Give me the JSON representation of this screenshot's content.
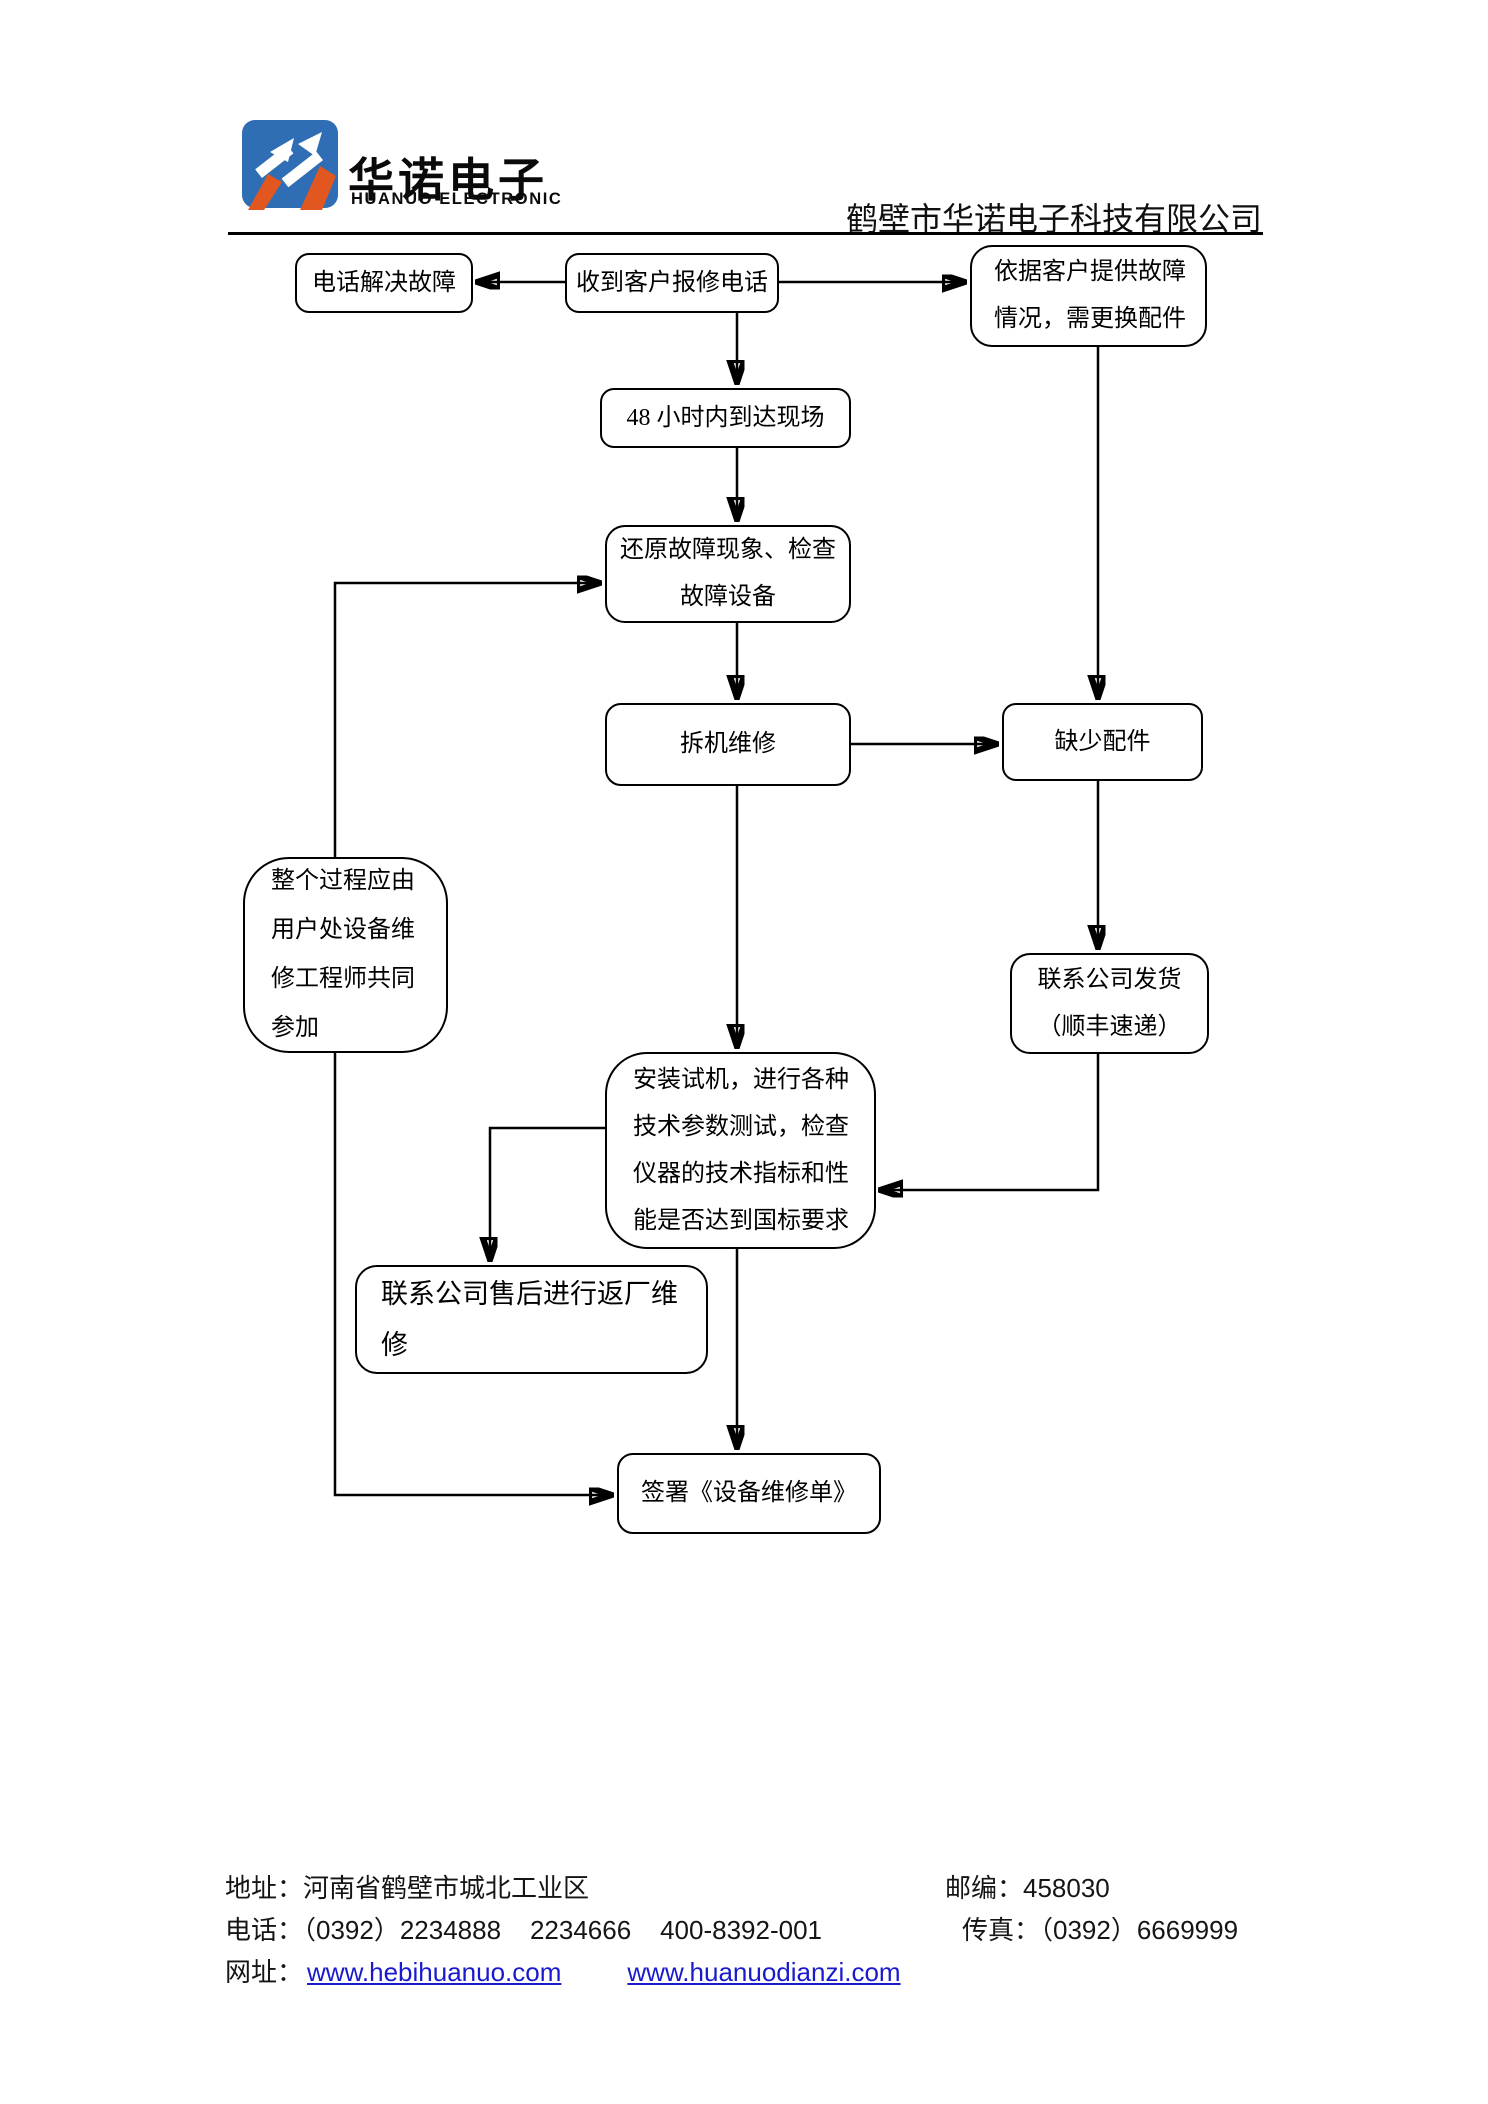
{
  "header": {
    "logo_cjk": "华诺电子",
    "logo_latin": "HUANUO ELECTRONIC",
    "company_name": "鹤壁市华诺电子科技有限公司"
  },
  "colors": {
    "logo_blue": "#2f6eb5",
    "logo_orange": "#e2571f",
    "link_blue": "#1a1acd"
  },
  "flowchart": {
    "nodes": {
      "phone_fix": "电话解决故障",
      "receive_call": "收到客户报修电话",
      "need_parts": "依据客户提供故障\n情况，需更换配件",
      "arrive_48h": "48 小时内到达现场",
      "restore_check": "还原故障现象、检查\n故障设备",
      "disassemble_repair": "拆机维修",
      "missing_parts": "缺少配件",
      "joint_participation": "整个过程应由\n用户处设备维\n修工程师共同\n参加",
      "company_ship": "联系公司发货\n（顺丰速递）",
      "install_test": "安装试机，进行各种\n技术参数测试，检查\n仪器的技术指标和性\n能是否达到国标要求",
      "return_factory": "联系公司售后进行返厂维修",
      "sign_form": "签署《设备维修单》"
    }
  },
  "footer": {
    "address": "地址：河南省鹤壁市城北工业区",
    "postcode": "邮编：458030",
    "phone": "电话：（0392）2234888    2234666    400-8392-001",
    "fax": "传真：（0392）6669999",
    "web_label": "网址：",
    "url1": "www.hebihuanuo.com",
    "url2": "www.huanuodianzi.com"
  }
}
